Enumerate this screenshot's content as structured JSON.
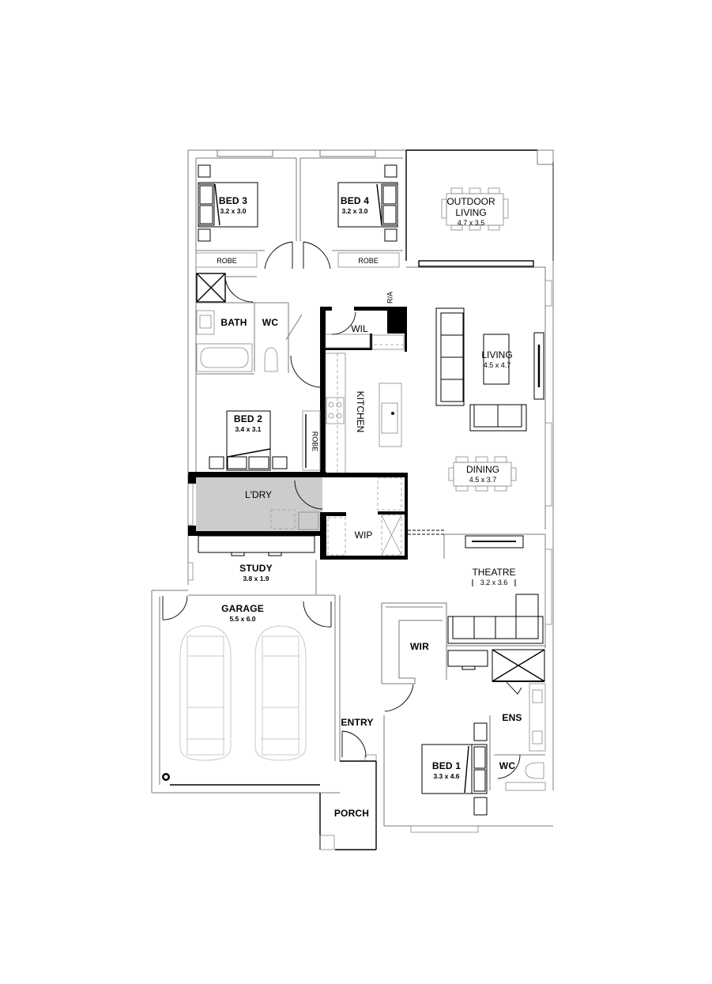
{
  "plan": {
    "rooms": [
      {
        "id": "bed3",
        "name": "BED 3",
        "dims": "3.2 x 3.0"
      },
      {
        "id": "bed4",
        "name": "BED 4",
        "dims": "3.2 x 3.0"
      },
      {
        "id": "outdoor",
        "name": "OUTDOOR",
        "name2": "LIVING",
        "dims": "4.7 x 3.5"
      },
      {
        "id": "robe3",
        "name": "ROBE"
      },
      {
        "id": "robe4",
        "name": "ROBE"
      },
      {
        "id": "bath",
        "name": "BATH"
      },
      {
        "id": "wc_main",
        "name": "WC"
      },
      {
        "id": "wil",
        "name": "WIL"
      },
      {
        "id": "ra",
        "name": "R/A"
      },
      {
        "id": "living",
        "name": "LIVING",
        "dims": "4.5 x 4.7"
      },
      {
        "id": "kitchen",
        "name": "KITCHEN"
      },
      {
        "id": "bed2",
        "name": "BED 2",
        "dims": "3.4 x 3.1"
      },
      {
        "id": "robe2",
        "name": "ROBE"
      },
      {
        "id": "dining",
        "name": "DINING",
        "dims": "4.5 x 3.7"
      },
      {
        "id": "ldry",
        "name": "L'DRY"
      },
      {
        "id": "wip",
        "name": "WIP"
      },
      {
        "id": "study",
        "name": "STUDY",
        "dims": "3.8 x 1.9"
      },
      {
        "id": "theatre",
        "name": "THEATRE",
        "dims": "3.2 x 3.6"
      },
      {
        "id": "garage",
        "name": "GARAGE",
        "dims": "5.5 x 6.0"
      },
      {
        "id": "wir",
        "name": "WIR"
      },
      {
        "id": "entry",
        "name": "ENTRY"
      },
      {
        "id": "ens",
        "name": "ENS"
      },
      {
        "id": "bed1",
        "name": "BED 1",
        "dims": "3.3 x 4.6"
      },
      {
        "id": "wc_ens",
        "name": "WC"
      },
      {
        "id": "porch",
        "name": "PORCH"
      }
    ],
    "colors": {
      "wall": "#000000",
      "light_wall": "#7a7a7a",
      "laundry_fill": "#cccccc",
      "car_outline": "#c8c8c8"
    }
  }
}
